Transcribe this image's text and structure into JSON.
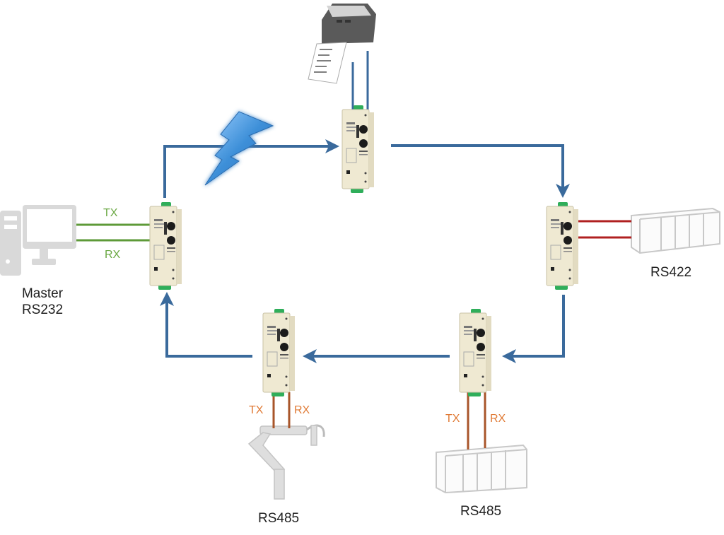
{
  "title": "Serial converter ring network",
  "colors": {
    "ring": "#3a6a9c",
    "ring_light": "#5e8fc4",
    "rs232_wire": "#5e9a38",
    "rs422_wire": "#b02020",
    "rs485_wire": "#a8552a",
    "device_gray": "#d9d9d9",
    "converter_body": "#efe9d2",
    "converter_cap": "#2fae5a"
  },
  "nodes": [
    {
      "id": "master",
      "type": "computer-icon",
      "label_line1": "Master",
      "label_line2": "RS232",
      "signals": [
        "TX",
        "RX"
      ]
    },
    {
      "id": "printer",
      "type": "label-printer-icon",
      "label": ""
    },
    {
      "id": "plc_rs422",
      "type": "plc-icon",
      "label": "RS422"
    },
    {
      "id": "robot_rs485",
      "type": "robot-arm-icon",
      "label": "RS485",
      "signals": [
        "TX",
        "RX"
      ]
    },
    {
      "id": "plc_rs485",
      "type": "plc-icon",
      "label": "RS485",
      "signals": [
        "TX",
        "RX"
      ]
    }
  ],
  "converters": [
    {
      "id": "conv_master",
      "attached_to": "master"
    },
    {
      "id": "conv_printer",
      "attached_to": "printer"
    },
    {
      "id": "conv_rs422",
      "attached_to": "plc_rs422"
    },
    {
      "id": "conv_plc485",
      "attached_to": "plc_rs485"
    },
    {
      "id": "conv_robot",
      "attached_to": "robot_rs485"
    }
  ],
  "ring_flow": [
    "conv_master",
    "conv_printer",
    "conv_rs422",
    "conv_plc485",
    "conv_robot",
    "conv_master"
  ],
  "wireless_link": {
    "icon": "lightning-bolt-icon",
    "between": [
      "conv_master",
      "conv_printer"
    ]
  },
  "labels": {
    "master_tx": "TX",
    "master_rx": "RX",
    "master_line1": "Master",
    "master_line2": "RS232",
    "rs422": "RS422",
    "robot_tx": "TX",
    "robot_rx": "RX",
    "robot": "RS485",
    "plc485_tx": "TX",
    "plc485_rx": "RX",
    "plc485": "RS485"
  }
}
